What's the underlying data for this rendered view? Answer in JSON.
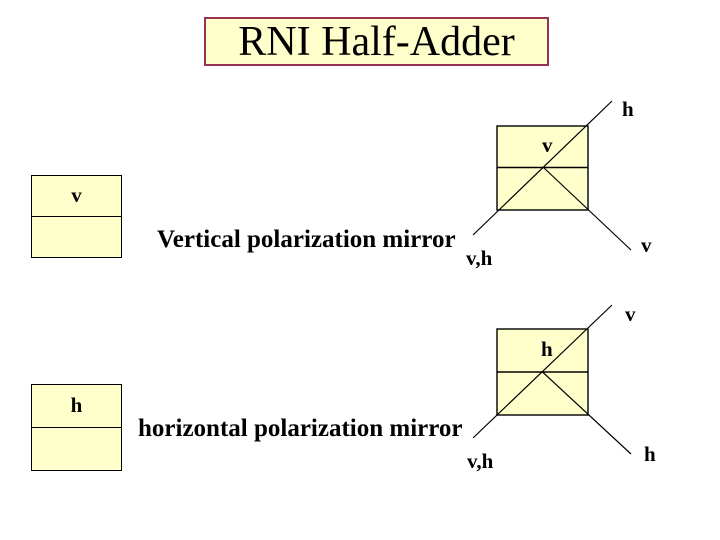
{
  "title": "RNI Half-Adder",
  "colors": {
    "background": "#FFFFFF",
    "box_fill": "#FFFFCC",
    "title_border": "#993355",
    "line_color": "#000000",
    "text_color": "#000000"
  },
  "vertical_mirror": {
    "state_box_label": "v",
    "caption": "Vertical polarization mirror",
    "input_label": "v,h",
    "mirror_face_label": "v",
    "transmitted_label": "h",
    "reflected_label": "v"
  },
  "horizontal_mirror": {
    "state_box_label": "h",
    "caption": "horizontal polarization mirror",
    "input_label": "v,h",
    "mirror_face_label": "h",
    "transmitted_label": "v",
    "reflected_label": "h"
  }
}
